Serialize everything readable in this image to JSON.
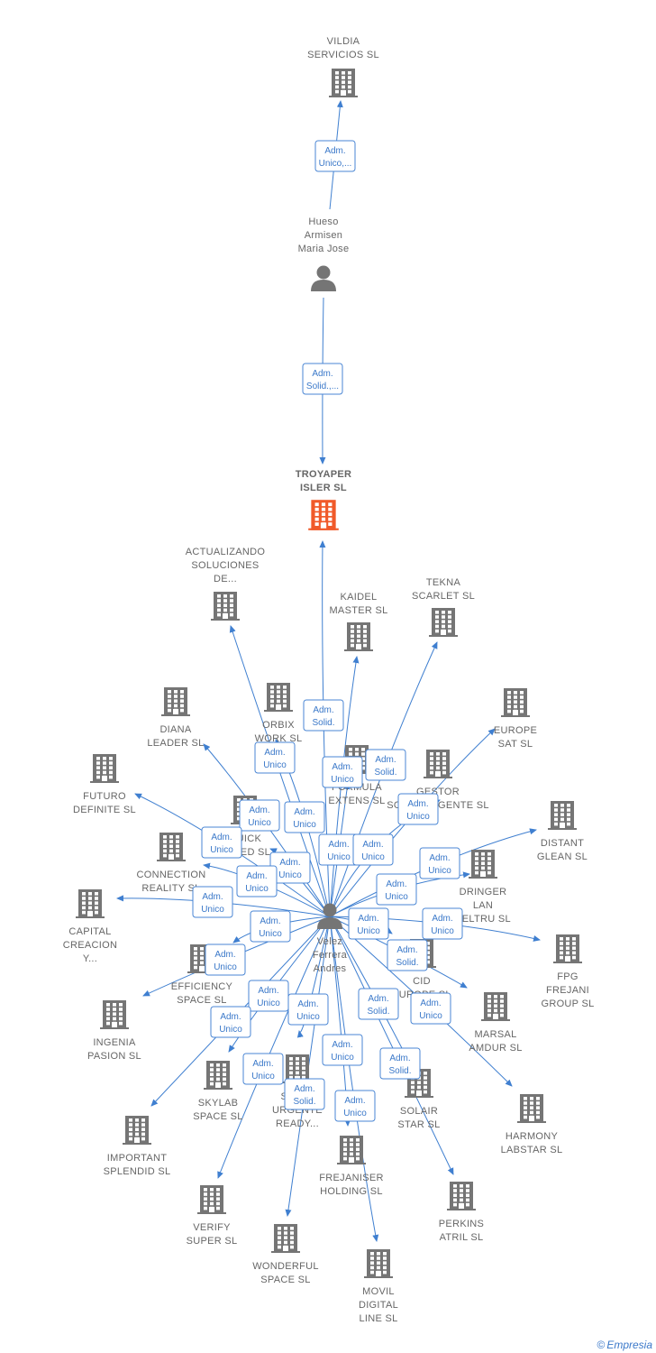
{
  "colors": {
    "building": "#757575",
    "focus": "#f05a2a",
    "person": "#757575",
    "edge": "#3f7fd0"
  },
  "footer": {
    "copyright": "©",
    "brand": "Empresia"
  },
  "nodes": [
    {
      "id": "vildia",
      "type": "company",
      "label": [
        "VILDIA",
        "SERVICIOS SL"
      ]
    },
    {
      "id": "hueso",
      "type": "person",
      "label": [
        "Hueso",
        "Armisen",
        "Maria Jose"
      ]
    },
    {
      "id": "troyaper",
      "type": "focus",
      "label": [
        "TROYAPER",
        "ISLER SL"
      ]
    },
    {
      "id": "velez",
      "type": "person",
      "label": [
        "Velez",
        "Ferrera",
        "Andres"
      ]
    },
    {
      "id": "actualizando",
      "type": "company",
      "label": [
        "ACTUALIZANDO",
        "SOLUCIONES",
        "DE..."
      ]
    },
    {
      "id": "kaidel",
      "type": "company",
      "label": [
        "KAIDEL",
        "MASTER SL"
      ]
    },
    {
      "id": "tekna",
      "type": "company",
      "label": [
        "TEKNA",
        "SCARLET SL"
      ]
    },
    {
      "id": "diana",
      "type": "company",
      "label": [
        "DIANA",
        "LEADER SL"
      ]
    },
    {
      "id": "orbix",
      "type": "company",
      "label": [
        "ORBIX",
        "WORK SL"
      ]
    },
    {
      "id": "europe",
      "type": "company",
      "label": [
        "EUROPE",
        "SAT SL"
      ]
    },
    {
      "id": "futuro",
      "type": "company",
      "label": [
        "FUTURO",
        "DEFINITE SL"
      ]
    },
    {
      "id": "formula",
      "type": "company",
      "label": [
        "FORMULA",
        "EXTENS SL"
      ]
    },
    {
      "id": "gestor",
      "type": "company",
      "label": [
        "GESTOR",
        "SOCIO URGENTE SL"
      ]
    },
    {
      "id": "quick",
      "type": "company",
      "label": [
        "QUICK",
        "SPEED SL"
      ]
    },
    {
      "id": "distant",
      "type": "company",
      "label": [
        "DISTANT",
        "GLEAN SL"
      ]
    },
    {
      "id": "connection",
      "type": "company",
      "label": [
        "CONNECTION",
        "REALITY SL"
      ]
    },
    {
      "id": "dringer",
      "type": "company",
      "label": [
        "DRINGER",
        "LAN",
        "VELTRU SL"
      ]
    },
    {
      "id": "capital",
      "type": "company",
      "label": [
        "CAPITAL",
        "CREACION",
        "Y..."
      ]
    },
    {
      "id": "efficiency",
      "type": "company",
      "label": [
        "EFFICIENCY",
        "SPACE SL"
      ]
    },
    {
      "id": "cid",
      "type": "company",
      "label": [
        "CID",
        "EUROPE SL"
      ]
    },
    {
      "id": "fpg",
      "type": "company",
      "label": [
        "FPG",
        "FREJANI",
        "GROUP SL"
      ]
    },
    {
      "id": "ingenia",
      "type": "company",
      "label": [
        "INGENIA",
        "PASION SL"
      ]
    },
    {
      "id": "marsal",
      "type": "company",
      "label": [
        "MARSAL",
        "AMDUR SL"
      ]
    },
    {
      "id": "skylab",
      "type": "company",
      "label": [
        "SKYLAB",
        "SPACE SL"
      ]
    },
    {
      "id": "socio",
      "type": "company",
      "label": [
        "SOCIO",
        "URGENTE",
        "READY..."
      ]
    },
    {
      "id": "solair",
      "type": "company",
      "label": [
        "SOLAIR",
        "STAR SL"
      ]
    },
    {
      "id": "harmony",
      "type": "company",
      "label": [
        "HARMONY",
        "LABSTAR SL"
      ]
    },
    {
      "id": "important",
      "type": "company",
      "label": [
        "IMPORTANT",
        "SPLENDID SL"
      ]
    },
    {
      "id": "frejaniser",
      "type": "company",
      "label": [
        "FREJANISER",
        "HOLDING SL"
      ]
    },
    {
      "id": "verify",
      "type": "company",
      "label": [
        "VERIFY",
        "SUPER SL"
      ]
    },
    {
      "id": "perkins",
      "type": "company",
      "label": [
        "PERKINS",
        "ATRIL SL"
      ]
    },
    {
      "id": "wonderful",
      "type": "company",
      "label": [
        "WONDERFUL",
        "SPACE SL"
      ]
    },
    {
      "id": "movil",
      "type": "company",
      "label": [
        "MOVIL",
        "DIGITAL",
        "LINE SL"
      ]
    }
  ],
  "edges": [
    {
      "from": "hueso",
      "to": "vildia",
      "label": [
        "Adm.",
        "Unico,..."
      ]
    },
    {
      "from": "hueso",
      "to": "troyaper",
      "label": [
        "Adm.",
        "Solid.,..."
      ]
    },
    {
      "from": "velez",
      "to": "troyaper",
      "label": [
        "Adm.",
        "Solid."
      ]
    },
    {
      "from": "velez",
      "to": "actualizando",
      "label": [
        "Adm.",
        "Unico"
      ]
    },
    {
      "from": "velez",
      "to": "kaidel",
      "label": [
        "Adm.",
        "Unico"
      ]
    },
    {
      "from": "velez",
      "to": "tekna",
      "label": [
        "Adm.",
        "Solid."
      ]
    },
    {
      "from": "velez",
      "to": "diana",
      "label": [
        "Adm.",
        "Unico"
      ]
    },
    {
      "from": "velez",
      "to": "orbix",
      "label": [
        "Adm.",
        "Unico"
      ]
    },
    {
      "from": "velez",
      "to": "europe",
      "label": [
        "Adm.",
        "Unico"
      ]
    },
    {
      "from": "velez",
      "to": "futuro",
      "label": [
        "Adm.",
        "Unico"
      ]
    },
    {
      "from": "velez",
      "to": "formula",
      "label": [
        "Adm.",
        "Unico"
      ]
    },
    {
      "from": "velez",
      "to": "gestor",
      "label": [
        "Adm.",
        "Unico"
      ]
    },
    {
      "from": "velez",
      "to": "quick",
      "label": [
        "Adm.",
        "Unico"
      ]
    },
    {
      "from": "velez",
      "to": "distant",
      "label": [
        "Adm.",
        "Unico"
      ]
    },
    {
      "from": "velez",
      "to": "connection",
      "label": [
        "Adm.",
        "Unico"
      ]
    },
    {
      "from": "velez",
      "to": "dringer",
      "label": [
        "Adm.",
        "Unico"
      ]
    },
    {
      "from": "velez",
      "to": "capital",
      "label": [
        "Adm.",
        "Unico"
      ]
    },
    {
      "from": "velez",
      "to": "efficiency",
      "label": [
        "Adm.",
        "Unico"
      ]
    },
    {
      "from": "velez",
      "to": "cid",
      "label": [
        "Adm.",
        "Unico"
      ]
    },
    {
      "from": "velez",
      "to": "fpg",
      "label": [
        "Adm.",
        "Unico"
      ]
    },
    {
      "from": "velez",
      "to": "ingenia",
      "label": [
        "Adm.",
        "Unico"
      ]
    },
    {
      "from": "velez",
      "to": "marsal",
      "label": [
        "Adm.",
        "Solid."
      ]
    },
    {
      "from": "velez",
      "to": "skylab",
      "label": [
        "Adm.",
        "Unico"
      ]
    },
    {
      "from": "velez",
      "to": "socio",
      "label": [
        "Adm.",
        "Unico"
      ]
    },
    {
      "from": "velez",
      "to": "solair",
      "label": [
        "Adm.",
        "Solid."
      ]
    },
    {
      "from": "velez",
      "to": "harmony",
      "label": [
        "Adm.",
        "Unico"
      ]
    },
    {
      "from": "velez",
      "to": "important",
      "label": [
        "Adm.",
        "Unico"
      ]
    },
    {
      "from": "velez",
      "to": "frejaniser",
      "label": [
        "Adm.",
        "Unico"
      ]
    },
    {
      "from": "velez",
      "to": "verify",
      "label": [
        "Adm.",
        "Unico"
      ]
    },
    {
      "from": "velez",
      "to": "perkins",
      "label": [
        "Adm.",
        "Solid."
      ]
    },
    {
      "from": "velez",
      "to": "wonderful",
      "label": [
        "Adm.",
        "Solid."
      ]
    },
    {
      "from": "velez",
      "to": "movil",
      "label": [
        "Adm.",
        "Unico"
      ]
    }
  ]
}
